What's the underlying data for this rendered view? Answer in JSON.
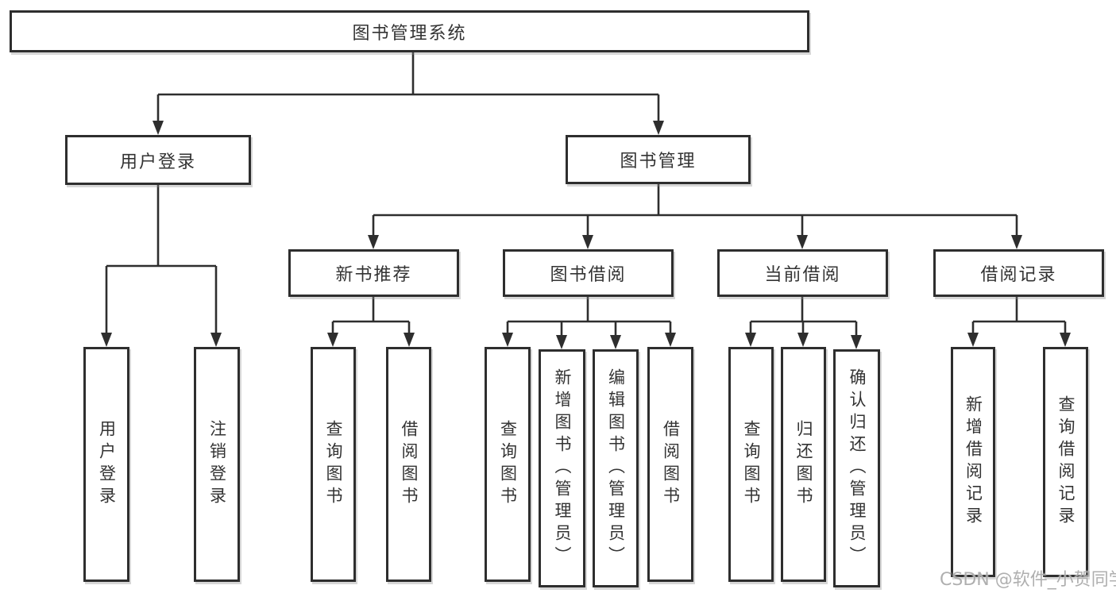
{
  "diagram_type": "hierarchy-tree",
  "colors": {
    "line": "#2e2e2e",
    "box_border": "#2e2e2e",
    "text": "#333333",
    "background": "#ffffff",
    "watermark": "#a8a8a8"
  },
  "tree": {
    "root": {
      "label": "图书管理系统",
      "children": [
        {
          "label": "用户登录",
          "children": [
            {
              "label": "用户登录"
            },
            {
              "label": "注销登录"
            }
          ]
        },
        {
          "label": "图书管理",
          "children": [
            {
              "label": "新书推荐",
              "children": [
                {
                  "label": "查询图书"
                },
                {
                  "label": "借阅图书"
                }
              ]
            },
            {
              "label": "图书借阅",
              "children": [
                {
                  "label": "查询图书"
                },
                {
                  "label": "新增图书（管理员）"
                },
                {
                  "label": "编辑图书（管理员）"
                },
                {
                  "label": "借阅图书"
                }
              ]
            },
            {
              "label": "当前借阅",
              "children": [
                {
                  "label": "查询图书"
                },
                {
                  "label": "归还图书"
                },
                {
                  "label": "确认归还（管理员）"
                }
              ]
            },
            {
              "label": "借阅记录",
              "children": [
                {
                  "label": "新增借阅记录"
                },
                {
                  "label": "查询借阅记录"
                }
              ]
            }
          ]
        }
      ]
    }
  },
  "watermark": {
    "text": "CSDN @软件_小贺同学"
  }
}
